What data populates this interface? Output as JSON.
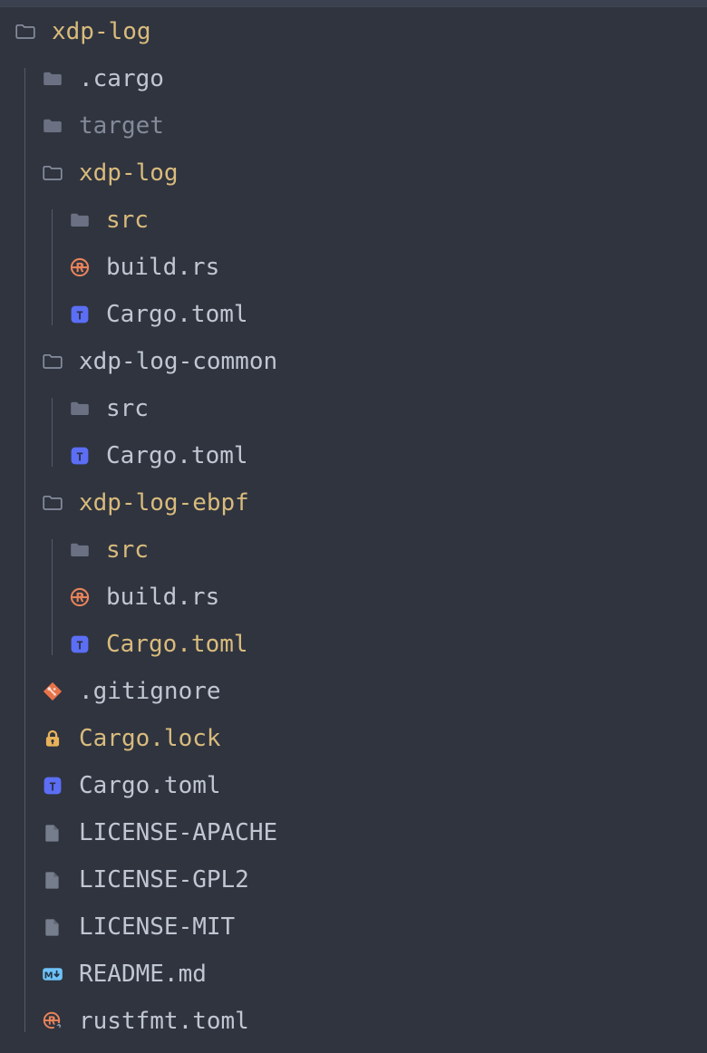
{
  "window": {
    "app": "file-explorer",
    "background_color": "#2f343f",
    "toolbar_color": "#3b414f"
  },
  "colors": {
    "folder_name": "#d9bb7c",
    "file_name": "#c1c7d2",
    "ignored_name": "#838a99",
    "rust_orange": "#e8835a",
    "toml_blue": "#5b6ef5",
    "markdown_blue": "#6fc3f7",
    "lock_amber": "#e8b25a",
    "git_orange": "#e8734a",
    "generic_file": "#767d8d",
    "folder_filled": "#6b7183",
    "folder_outline": "#868d9e",
    "indent_guide": "#545a68"
  },
  "tree": {
    "root_label": "xdp-log",
    "items": [
      {
        "label": "xdp-log",
        "depth": 0,
        "icon": "folder-open-icon",
        "color": "gold",
        "expanded": true
      },
      {
        "label": ".cargo",
        "depth": 1,
        "icon": "folder-icon",
        "color": "gray",
        "expanded": false
      },
      {
        "label": "target",
        "depth": 1,
        "icon": "folder-icon",
        "color": "dim",
        "expanded": false
      },
      {
        "label": "xdp-log",
        "depth": 1,
        "icon": "folder-open-icon",
        "color": "gold",
        "expanded": true
      },
      {
        "label": "src",
        "depth": 2,
        "icon": "folder-icon",
        "color": "gold",
        "expanded": false
      },
      {
        "label": "build.rs",
        "depth": 2,
        "icon": "rust-icon",
        "color": "gray",
        "expanded": false
      },
      {
        "label": "Cargo.toml",
        "depth": 2,
        "icon": "toml-icon",
        "color": "gray",
        "expanded": false
      },
      {
        "label": "xdp-log-common",
        "depth": 1,
        "icon": "folder-open-icon",
        "color": "gray",
        "expanded": true
      },
      {
        "label": "src",
        "depth": 2,
        "icon": "folder-icon",
        "color": "gray",
        "expanded": false
      },
      {
        "label": "Cargo.toml",
        "depth": 2,
        "icon": "toml-icon",
        "color": "gray",
        "expanded": false
      },
      {
        "label": "xdp-log-ebpf",
        "depth": 1,
        "icon": "folder-open-icon",
        "color": "gold",
        "expanded": true
      },
      {
        "label": "src",
        "depth": 2,
        "icon": "folder-icon",
        "color": "gold",
        "expanded": false
      },
      {
        "label": "build.rs",
        "depth": 2,
        "icon": "rust-icon",
        "color": "gray",
        "expanded": false
      },
      {
        "label": "Cargo.toml",
        "depth": 2,
        "icon": "toml-icon",
        "color": "gold",
        "expanded": false
      },
      {
        "label": ".gitignore",
        "depth": 1,
        "icon": "git-icon",
        "color": "gray",
        "expanded": false
      },
      {
        "label": "Cargo.lock",
        "depth": 1,
        "icon": "lock-icon",
        "color": "gold",
        "expanded": false
      },
      {
        "label": "Cargo.toml",
        "depth": 1,
        "icon": "toml-icon",
        "color": "gray",
        "expanded": false
      },
      {
        "label": "LICENSE-APACHE",
        "depth": 1,
        "icon": "file-icon",
        "color": "gray",
        "expanded": false
      },
      {
        "label": "LICENSE-GPL2",
        "depth": 1,
        "icon": "file-icon",
        "color": "gray",
        "expanded": false
      },
      {
        "label": "LICENSE-MIT",
        "depth": 1,
        "icon": "file-icon",
        "color": "gray",
        "expanded": false
      },
      {
        "label": "README.md",
        "depth": 1,
        "icon": "markdown-icon",
        "color": "gray",
        "expanded": false
      },
      {
        "label": "rustfmt.toml",
        "depth": 1,
        "icon": "rust-config-icon",
        "color": "gray",
        "expanded": false
      }
    ]
  }
}
